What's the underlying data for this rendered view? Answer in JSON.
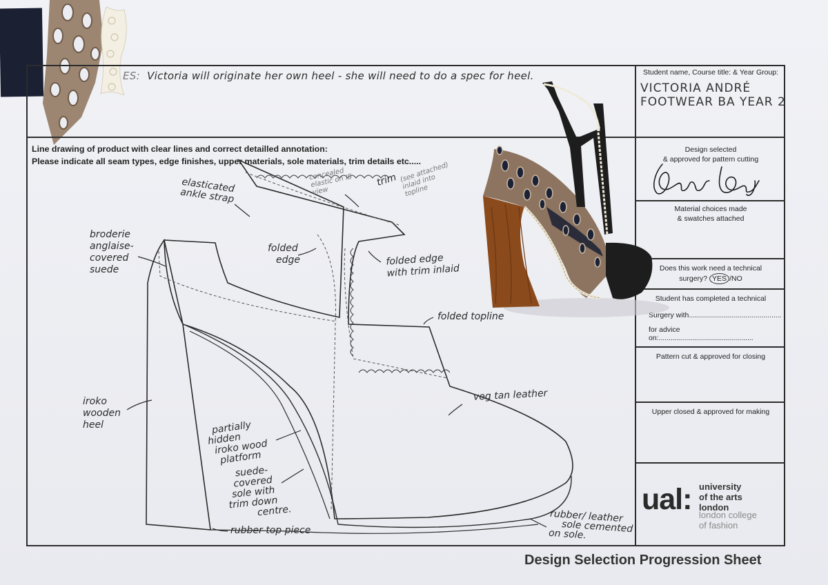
{
  "header": {
    "note_prefix": "ES",
    "note_text": "Victoria will originate her own heel - she will need to do a spec for heel."
  },
  "instructions": {
    "line1": "Line drawing of product with clear lines and correct detailled annotation:",
    "line2": "Please indicate all seam types, edge finishes, upper materials, sole materials, trim details etc....."
  },
  "annotations": {
    "elasticated_ankle_strap": [
      "elasticated",
      "ankle strap"
    ],
    "concealed_elastic": [
      "concealed",
      "elastic on IS",
      "view"
    ],
    "trim_note": [
      "trim",
      "(see attached)",
      "inlaid into",
      "topline"
    ],
    "broderie": [
      "broderie",
      "anglaise-",
      "covered",
      "suede"
    ],
    "folded_edge": [
      "folded",
      "edge"
    ],
    "folded_edge_trim": [
      "folded edge",
      "with trim inlaid"
    ],
    "folded_topline": "folded topline",
    "iroko_heel": [
      "iroko",
      "wooden",
      "heel"
    ],
    "veg_tan": "veg tan leather",
    "platform": [
      "partially",
      "hidden",
      "iroko wood",
      "platform"
    ],
    "suede_sole": [
      "suede-",
      "covered",
      "sole with",
      "trim down",
      "centre."
    ],
    "rubber_top": "rubber top piece",
    "rubber_sole": [
      "rubber/ leather",
      "sole cemented",
      "on sole."
    ]
  },
  "sidebar": {
    "student_label": "Student name, Course title: & Year Group:",
    "student_name_line1": "VICTORIA ANDRÉ",
    "student_name_line2": "FOOTWEAR BA YEAR 2",
    "design_selected_line1": "Design selected",
    "design_selected_line2": "& approved for pattern cutting",
    "signature": "Sarah Day",
    "material_line1": "Material choices made",
    "material_line2": "& swatches attached",
    "technical_q_line1": "Does this work need a technical",
    "technical_q_line2": "surgery?",
    "technical_yes": "YES",
    "technical_no": "/NO",
    "completed_label": "Student has completed a technical",
    "surgery_with": "Surgery with..............................................",
    "advice_on": "for advice on:...............................................",
    "pattern_cut": "Pattern cut & approved for closing",
    "upper_closed": "Upper closed & approved for making"
  },
  "logo": {
    "mark": "ual:",
    "name_line1": "university",
    "name_line2": "of the arts",
    "name_line3": "london",
    "college_line1": "london college",
    "college_line2": "of fashion"
  },
  "footer": {
    "title": "Design Selection Progression Sheet"
  },
  "colors": {
    "ink": "#2c2c2c",
    "wood": "#8a4a1c",
    "lace": "#b59a82",
    "navy": "#1c2033",
    "leather": "#1d1d1d"
  }
}
